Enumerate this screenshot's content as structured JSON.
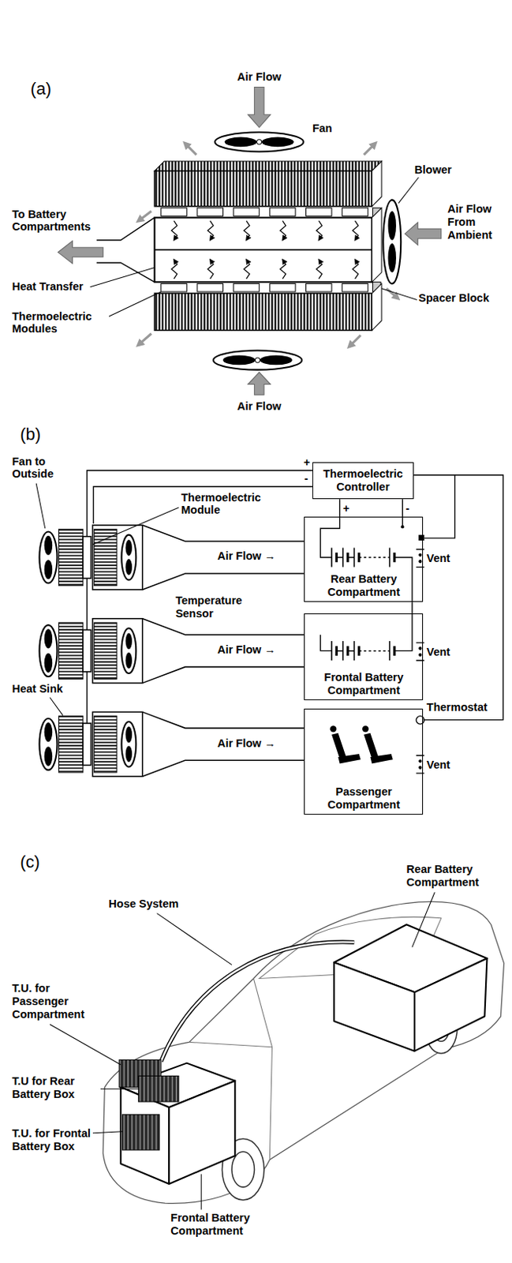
{
  "diagram": {
    "nodes": [
      {
        "text": [
          "Thermoelectric Controller"
        ]
      },
      {
        "text": [
          "Rear Battery Compartment"
        ]
      },
      {
        "text": [
          "Frontal Battery Compartment"
        ]
      },
      {
        "text": [
          "Passenger Compartment"
        ]
      }
    ],
    "edges": [
      {
        "from": 0,
        "to": 1,
        "arrow": "none"
      },
      {
        "from": 0,
        "to": 1,
        "arrow": "none"
      },
      {
        "from": 1,
        "to": 2,
        "arrow": "none"
      },
      {
        "from": 0,
        "to": 3,
        "arrow": "none"
      }
    ],
    "labels": [
      "(a)",
      "Air Flow",
      "Fan",
      "Blower",
      "To Battery Compartments",
      "Air Flow From Ambient",
      "Heat Transfer",
      "Spacer Block",
      "Thermoelectric Modules",
      "Air Flow",
      "(b)",
      "Fan to Outside",
      "+",
      "-",
      "Thermoelectric Module",
      "Air Flow →",
      "+",
      "-",
      "Vent",
      "Temperature Sensor",
      "Air Flow →",
      "Vent",
      "Heat Sink",
      "Thermostat",
      "Air Flow →",
      "Vent",
      "(c)",
      "Rear Battery Compartment",
      "Hose System",
      "T.U. for Passenger Compartment",
      "T.U for Rear Battery Box",
      "T.U. for Frontal Battery Box",
      "Frontal Battery Compartment"
    ]
  }
}
